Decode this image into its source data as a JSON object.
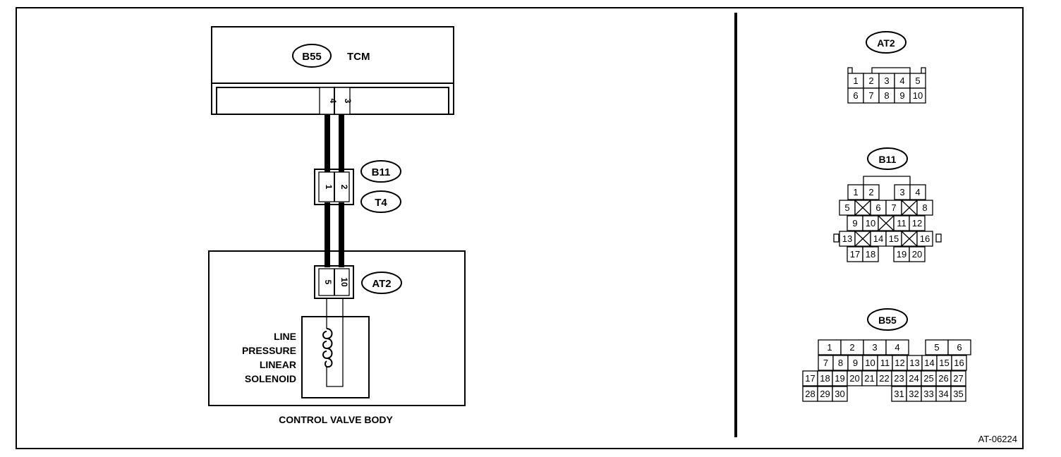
{
  "tcm": {
    "code": "B55",
    "name": "TCM",
    "pins": [
      "4",
      "3"
    ]
  },
  "intermediate_connector": {
    "code_top": "B11",
    "code_bottom": "T4",
    "pins": [
      "1",
      "2"
    ]
  },
  "control_valve": {
    "connector_code": "AT2",
    "pins": [
      "5",
      "10"
    ],
    "solenoid_lines": [
      "LINE",
      "PRESSURE",
      "LINEAR",
      "SOLENOID"
    ],
    "caption": "CONTROL VALVE BODY"
  },
  "connector_views": {
    "at2": {
      "code": "AT2",
      "pins": [
        "1",
        "2",
        "3",
        "4",
        "5",
        "6",
        "7",
        "8",
        "9",
        "10"
      ]
    },
    "b11": {
      "code": "B11",
      "pins": [
        "1",
        "2",
        "3",
        "4",
        "5",
        "6",
        "7",
        "8",
        "9",
        "10",
        "11",
        "12",
        "13",
        "14",
        "15",
        "16",
        "17",
        "18",
        "19",
        "20"
      ]
    },
    "b55": {
      "code": "B55",
      "pins": [
        "1",
        "2",
        "3",
        "4",
        "5",
        "6",
        "7",
        "8",
        "9",
        "10",
        "11",
        "12",
        "13",
        "14",
        "15",
        "16",
        "17",
        "18",
        "19",
        "20",
        "21",
        "22",
        "23",
        "24",
        "25",
        "26",
        "27",
        "28",
        "29",
        "30",
        "31",
        "32",
        "33",
        "34",
        "35"
      ]
    }
  },
  "figure_id": "AT-06224"
}
